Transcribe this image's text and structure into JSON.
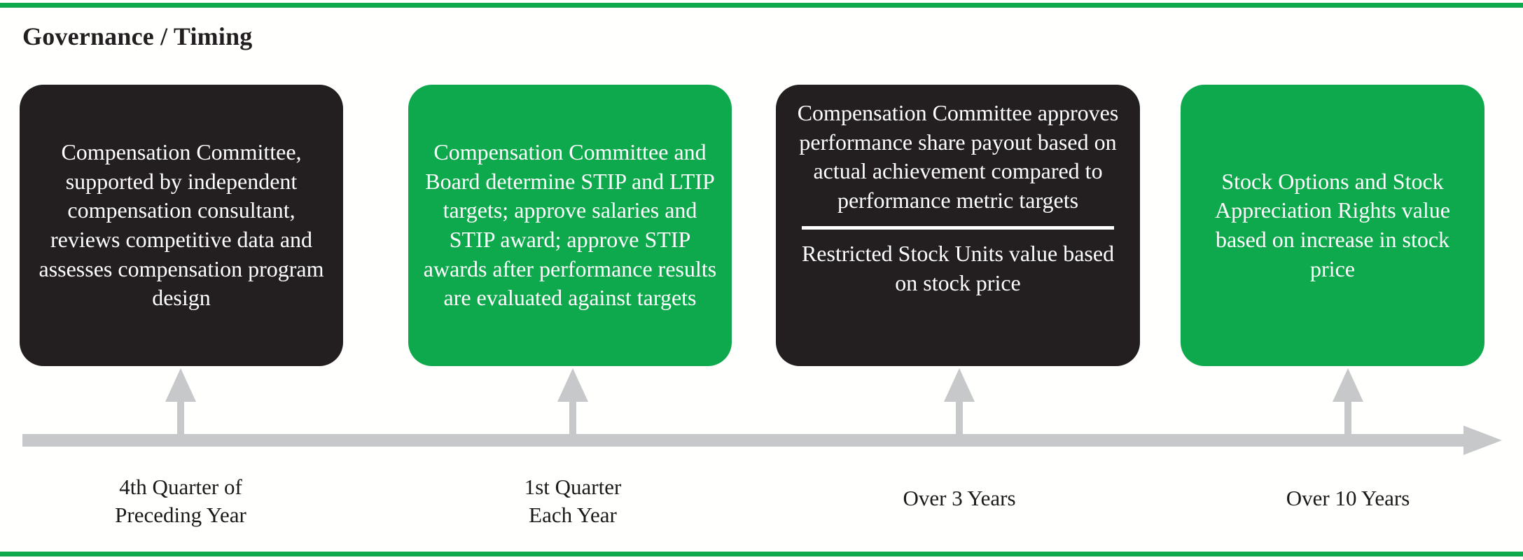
{
  "colors": {
    "accent_green": "#0FA94D",
    "dark": "#231F20",
    "timeline_gray": "#C7C8CA",
    "page_background": "#FFFFFD",
    "text_on_fill": "#FFFFFF"
  },
  "header": {
    "title": "Governance / Timing"
  },
  "chart_data": {
    "type": "timeline",
    "title": "Governance / Timing",
    "axis": {
      "orientation": "horizontal",
      "direction": "left-to-right",
      "arrow_head": "right",
      "color": "#C7C8CA"
    },
    "milestones": [
      {
        "index": 1,
        "tick_label": "4th Quarter of\nPreceding Year",
        "card_fill": "#231F20",
        "card_style": "dark",
        "body": "Compensation Committee, supported by independent compensation consultant, reviews competitive data and assesses compensation program design",
        "has_divider": false
      },
      {
        "index": 2,
        "tick_label": "1st Quarter\nEach Year",
        "card_fill": "#0FA94D",
        "card_style": "green",
        "body": "Compensation Committee and Board determine STIP and LTIP targets; approve salaries and STIP award; approve STIP awards after performance results are evaluated against targets",
        "has_divider": false
      },
      {
        "index": 3,
        "tick_label": "Over 3 Years",
        "card_fill": "#231F20",
        "card_style": "dark",
        "body": "Compensation Committee approves performance share payout based on actual achievement compared to performance metric targets",
        "has_divider": true,
        "body_secondary": "Restricted Stock Units value based on stock price"
      },
      {
        "index": 4,
        "tick_label": "Over 10 Years",
        "card_fill": "#0FA94D",
        "card_style": "green",
        "body": "Stock Options and Stock Appreciation Rights value based on increase in stock price",
        "has_divider": false
      }
    ]
  },
  "cards": [
    {
      "body": "Compensation Committee, supported by independent compensation consultant, reviews competitive data and assesses compensation program design"
    },
    {
      "body": "Compensation Committee and Board determine STIP and LTIP targets; approve salaries and STIP award; approve STIP awards after performance results are evaluated against targets"
    },
    {
      "body": "Compensation Committee approves performance share payout based on actual achievement compared to performance metric targets",
      "body_secondary": "Restricted Stock Units value based on stock price"
    },
    {
      "body": "Stock Options and Stock Appreciation Rights value based on increase in stock price"
    }
  ],
  "timeline_labels": [
    "4th Quarter of\nPreceding Year",
    "1st Quarter\nEach Year",
    "Over 3 Years",
    "Over 10 Years"
  ]
}
